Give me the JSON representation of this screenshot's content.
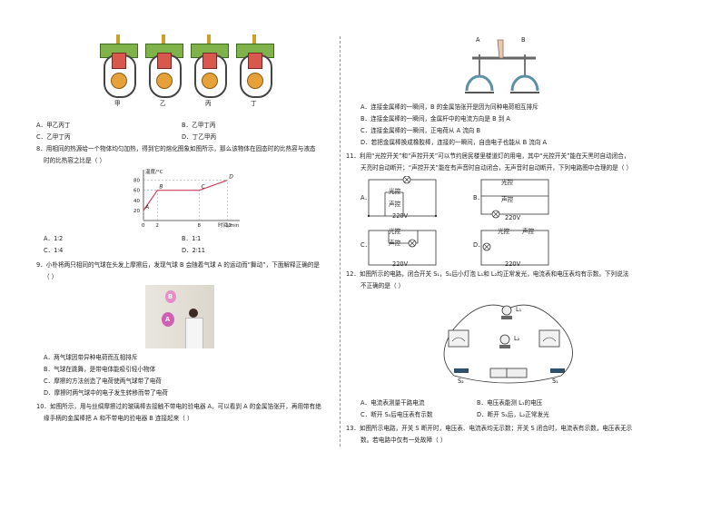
{
  "engine_labels": [
    "甲",
    "乙",
    "丙",
    "丁"
  ],
  "q7_options": [
    {
      "label": "A．甲乙丙丁",
      "x": 0,
      "y": 0
    },
    {
      "label": "B．乙甲丁丙"
    },
    {
      "label": "C．乙甲丁丙"
    },
    {
      "label": "D．丁乙甲丙"
    }
  ],
  "q8": {
    "line1": "8．用相同的热源给一个物体均匀加热，得到它的熔化图象如图所示，那么该物体在固态时的比热容与液态",
    "line2": "时的比热容之比是（   ）",
    "options": [
      "A．1∶2",
      "B．1∶1",
      "C．1∶4",
      "D．2∶11"
    ]
  },
  "chart_data": {
    "type": "line",
    "ylabel": "温度/°C",
    "xlabel": "时间/min",
    "x_ticks": [
      "0",
      "2",
      "8",
      "12"
    ],
    "y_ticks": [
      "20",
      "40",
      "60",
      "80"
    ],
    "points": [
      {
        "label": "A",
        "x": 0,
        "y": 20
      },
      {
        "label": "B",
        "x": 2,
        "y": 60
      },
      {
        "label": "C",
        "x": 8,
        "y": 60
      },
      {
        "label": "D",
        "x": 12,
        "y": 80
      }
    ],
    "point_labels": [
      "A",
      "B",
      "C",
      "D"
    ],
    "xlim": [
      0,
      13
    ],
    "ylim": [
      0,
      90
    ]
  },
  "q9": {
    "line1": "9．小朴将两只相同的气球在头发上摩擦后，发现气球 B 会随着气球 A 的运动而“舞动”，下面解释正确的是",
    "line2": "（   ）",
    "balloon_labels": [
      "B",
      "A"
    ],
    "options": [
      "A．两气球因带异种电荷而互相排斥",
      "B．气球在跳舞，是带电体能吸引轻小物体",
      "C．摩擦的方法创造了电荷使两气球带了电荷",
      "D．摩擦时两气球中的电子发生转移而带了电荷"
    ]
  },
  "q10": {
    "line1": "10．如图所示，用与丝绸摩擦过的玻璃棒去接触不带电的验电器 A，可以看到 A 的金属箔张开，再用带有绝",
    "line2": "缘手柄的金属棒把 A 和不带电的验电器 B 连接起来（   ）",
    "electroscope_labels": [
      "A",
      "B"
    ],
    "options": [
      "A．连接金属棒的一瞬间，B 的金属箔张开是因为同种电荷相互排斥",
      "B．连接金属棒的一瞬间，金属杆中的电流方向是 B 到 A",
      "C．连接金属棒的一瞬间，正电荷从 A 流向 B",
      "D．若把金属棒换成橡胶棒，连接的一瞬间，自由电子也能从 B 流向 A"
    ]
  },
  "q11": {
    "line1": "11．利用“光控开关”和“声控开关”可以节约居民楼里楼道灯的用电，其中“光控开关”能在天黑时自动闭合，",
    "line2": "天亮时自动断开；“声控开关”能在有声音时自动闭合，无声音时自动断开，下列电路图中合理的是（   ）",
    "options": [
      "A．",
      "B．",
      "C．",
      "D．"
    ],
    "circuit_texts": {
      "light": "光控",
      "sound": "声控",
      "voltage": "220V"
    }
  },
  "q12": {
    "line1": "12．如图所示的电路，闭合开关 S₁，S₂后小灯泡 L₁和 L₂均正常发光，电流表和电压表均有示数。下列说法",
    "line2": "不正确的是（   ）",
    "component_labels": [
      "L₁",
      "L₂",
      "S₂",
      "S₁"
    ],
    "options": [
      "A．电流表测量干路电流",
      "B．电压表能测 L₁的电压",
      "C．断开 S₂后电压表有示数",
      "D．断开 S₁后，L₂正常发光"
    ]
  },
  "q13": {
    "line1": "13．如图所示电路，开关 S 断开时，电压表、电流表均无示数；开关 S 闭合时，电流表有示数，电压表无示",
    "line2": "数。若电路中仅有一处故障（   ）"
  }
}
